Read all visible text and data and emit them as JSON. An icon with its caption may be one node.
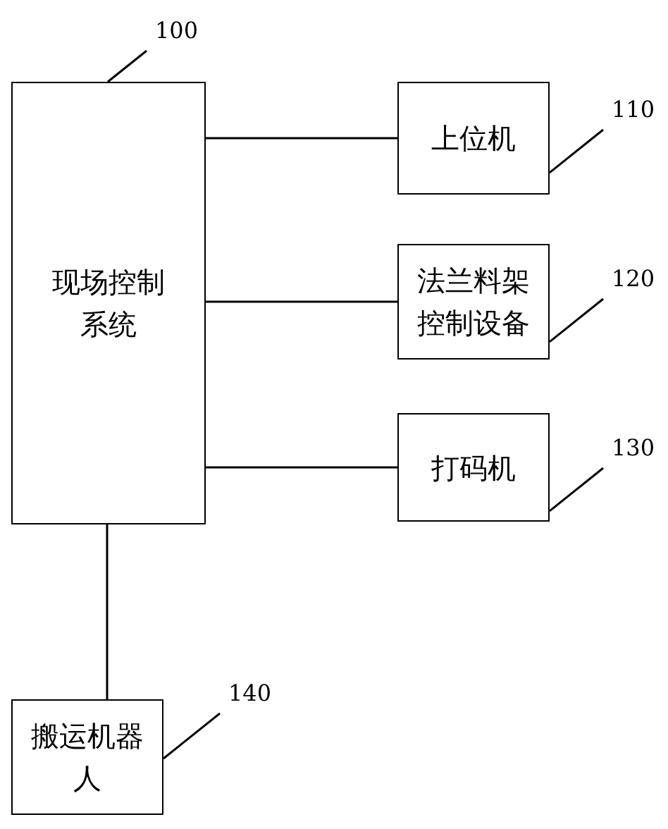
{
  "diagram": {
    "nodes": [
      {
        "text": [
          "现场控制系统"
        ]
      },
      {
        "text": [
          "上位机"
        ]
      },
      {
        "text": [
          "法兰料架控制设备"
        ]
      },
      {
        "text": [
          "打码机"
        ]
      },
      {
        "text": [
          "搬运机器人"
        ]
      },
      {
        "text": [
          "100"
        ]
      },
      {
        "text": [
          "110"
        ]
      },
      {
        "text": [
          "120"
        ]
      },
      {
        "text": [
          "130"
        ]
      },
      {
        "text": [
          "140"
        ]
      }
    ],
    "edges": [
      {
        "from": 0,
        "to": 1,
        "arrow": "none"
      },
      {
        "from": 0,
        "to": 2,
        "arrow": "none"
      },
      {
        "from": 0,
        "to": 3,
        "arrow": "none"
      },
      {
        "from": 0,
        "to": 4,
        "arrow": "none"
      },
      {
        "from": 5,
        "to": 0,
        "arrow": "none"
      },
      {
        "from": 6,
        "to": 1,
        "arrow": "none"
      },
      {
        "from": 7,
        "to": 2,
        "arrow": "none"
      },
      {
        "from": 8,
        "to": 3,
        "arrow": "none"
      },
      {
        "from": 9,
        "to": 4,
        "arrow": "none"
      }
    ]
  }
}
